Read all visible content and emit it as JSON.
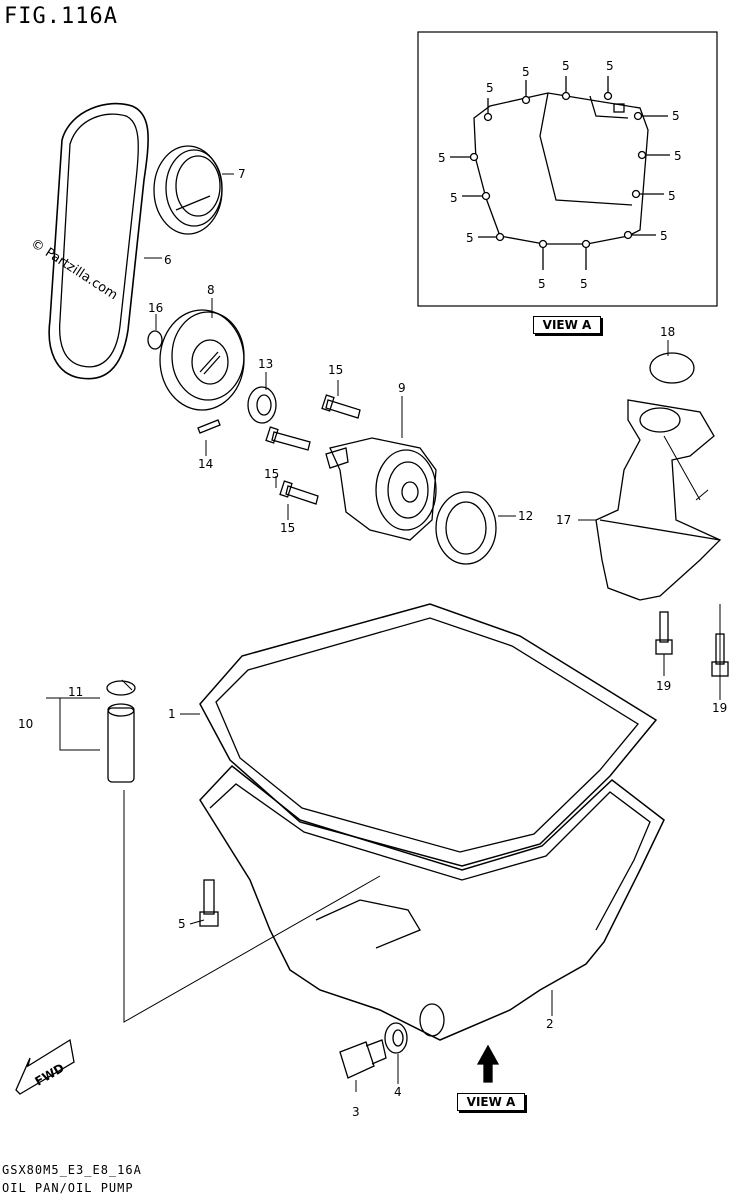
{
  "title": "FIG.116A",
  "footer": {
    "model_code": "GSX80M5_E3_E8_16A",
    "section_name": "OIL PAN/OIL PUMP"
  },
  "watermark": "© Partzilla.com",
  "view_label": "VIEW A",
  "callouts": {
    "p1": "1",
    "p2": "2",
    "p3": "3",
    "p4": "4",
    "p5": "5",
    "p6": "6",
    "p7": "7",
    "p8": "8",
    "p9": "9",
    "p10": "10",
    "p11": "11",
    "p12": "12",
    "p13": "13",
    "p14": "14",
    "p15": "15",
    "p16": "16",
    "p17": "17",
    "p18": "18",
    "p19": "19"
  }
}
